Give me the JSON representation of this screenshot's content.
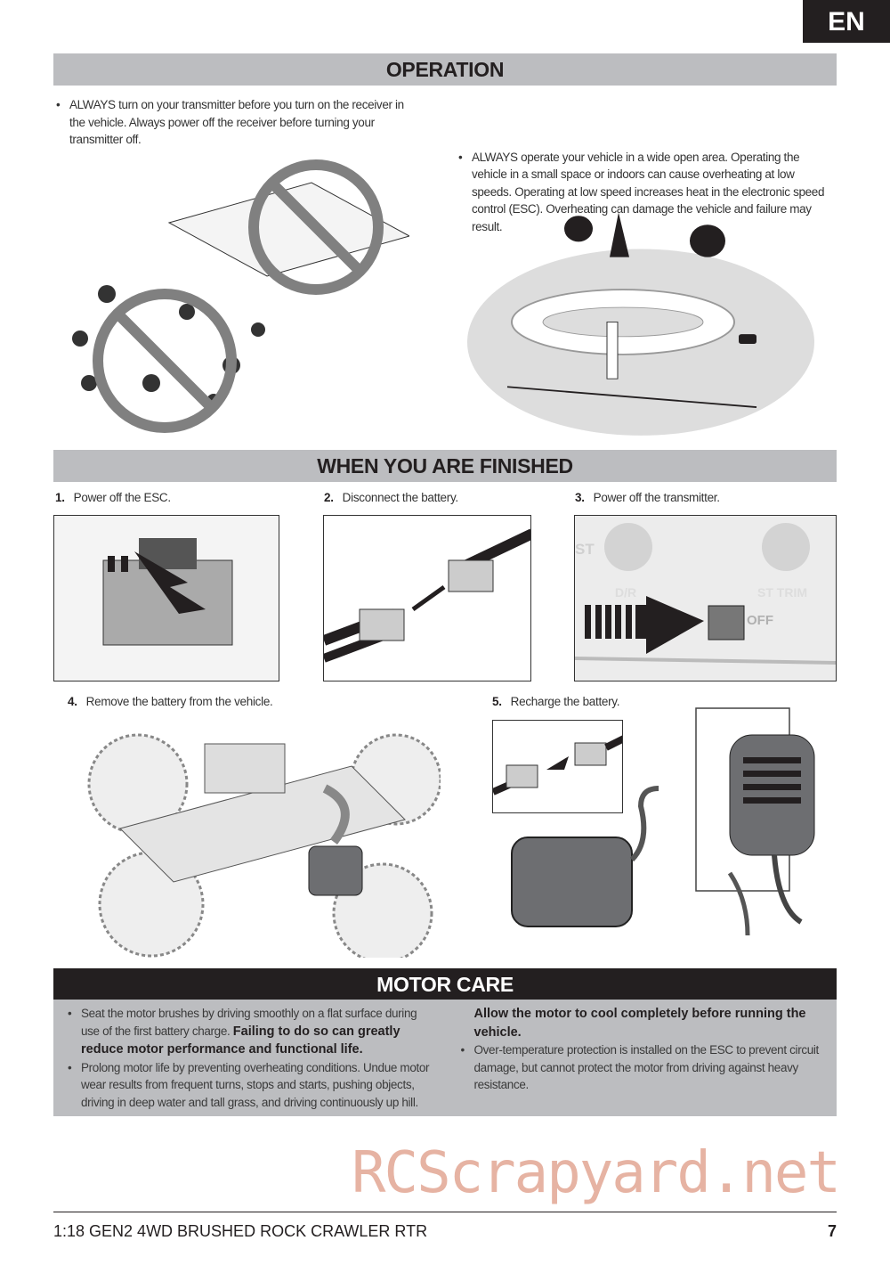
{
  "lang_tab": "EN",
  "operation": {
    "title": "OPERATION",
    "left_bullet": "ALWAYS turn on your transmitter before you turn on the receiver in the vehicle. Always power off the receiver before turning your transmitter off.",
    "right_bullet": "ALWAYS operate your vehicle in a wide open area. Operating the vehicle in a small space or indoors can cause overheating at low speeds. Operating at low speed increases heat in the electronic speed control (ESC). Overheating can damage the vehicle and failure may result."
  },
  "finished": {
    "title": "WHEN YOU ARE FINISHED",
    "steps": [
      {
        "num": "1.",
        "label": "Power off the ESC."
      },
      {
        "num": "2.",
        "label": "Disconnect the battery."
      },
      {
        "num": "3.",
        "label": "Power off the transmitter."
      },
      {
        "num": "4.",
        "label": "Remove the battery from the vehicle."
      },
      {
        "num": "5.",
        "label": "Recharge the battery."
      }
    ],
    "transmitter_labels": {
      "off": "OFF",
      "dr": "D/R",
      "st_trim": "ST TRIM",
      "st": "ST"
    }
  },
  "motor_care": {
    "title": "MOTOR CARE",
    "b1_text": "Seat the motor brushes by driving smoothly on a flat surface during use of the first battery charge. ",
    "b1_bold": "Failing to do so can greatly reduce motor performance and functional life.",
    "b2_text": "Prolong motor life by preventing overheating conditions. Undue motor wear results from frequent turns, stops and starts, pushing objects, driving in deep water and tall grass, and driving continuously up hill. ",
    "b2_bold": "Allow the motor to cool completely before running the vehicle.",
    "b3_text": "Over-temperature protection is installed on the ESC to prevent circuit damage, but cannot protect the motor from driving against heavy resistance."
  },
  "footer": {
    "title": "1:18 GEN2 4WD BRUSHED ROCK CRAWLER RTR",
    "page": "7"
  },
  "watermark": "RCScrapyard.net"
}
